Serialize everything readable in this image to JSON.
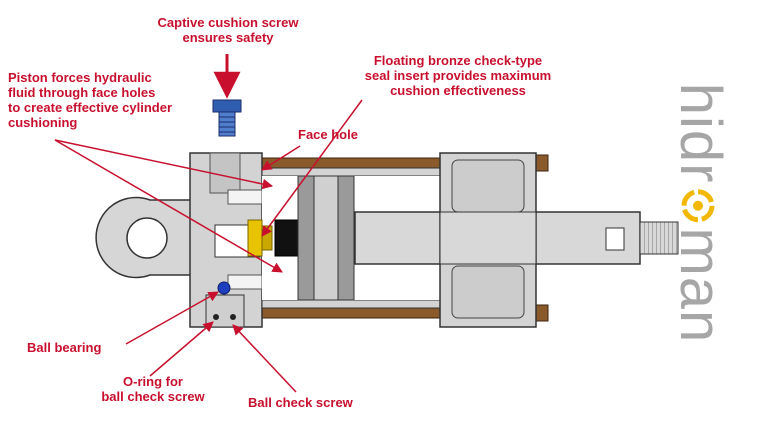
{
  "labels": {
    "captive": [
      "Captive cushion screw",
      "ensures safety"
    ],
    "piston": [
      "Piston forces hydraulic",
      "fluid through face holes",
      "to create effective cylinder",
      "cushioning"
    ],
    "floating": [
      "Floating bronze check-type",
      "seal insert provides maximum",
      "cushion effectiveness"
    ],
    "face_hole": "Face hole",
    "ball_bearing": "Ball bearing",
    "oring": [
      "O-ring for",
      "ball check screw"
    ],
    "ball_check": "Ball check screw"
  },
  "brand": {
    "pre": "hidr",
    "post": "man",
    "logo_name": "target-o-logo"
  },
  "colors": {
    "label": "#c8102e",
    "arrow": "#c8102e",
    "body_gray": "#d3d3d3",
    "tie_rod": "#8b5a2b",
    "seal_yellow": "#e8c400",
    "brand_gray": "#a6a6a6",
    "brand_accent": "#f2b800",
    "ball_blue": "#1e3fbf"
  }
}
